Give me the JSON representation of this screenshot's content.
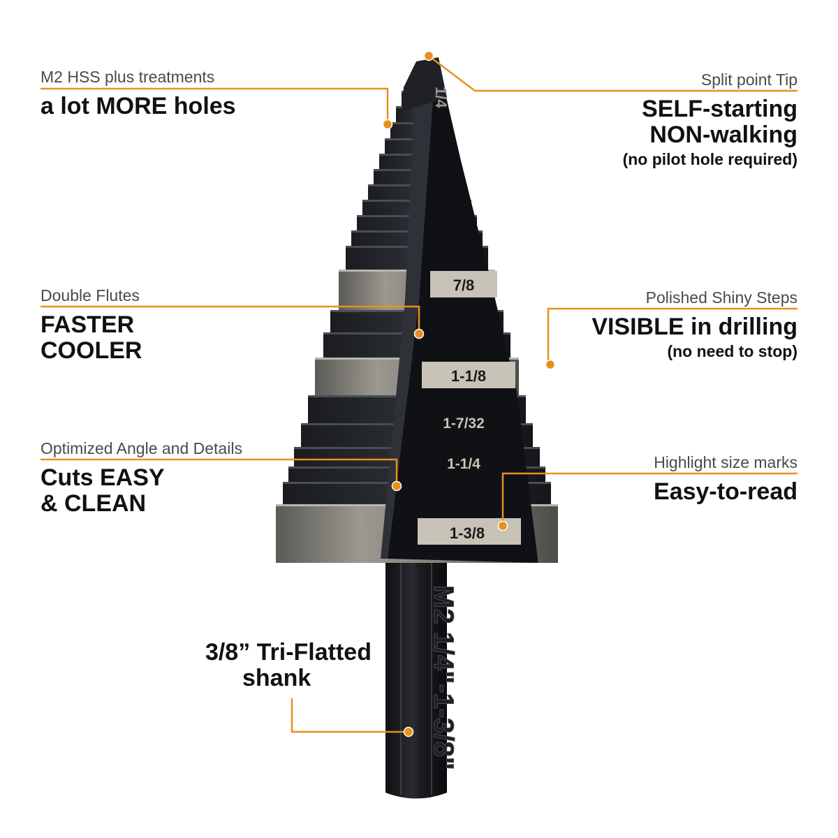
{
  "accent_color": "#e8901e",
  "callouts": {
    "material": {
      "label": "M2 HSS plus treatments",
      "headline": "a lot MORE holes"
    },
    "tip": {
      "label": "Split point Tip",
      "line1": "SELF-starting",
      "line2": "NON-walking",
      "note": "(no pilot hole required)"
    },
    "flutes": {
      "label": "Double Flutes",
      "line1": "FASTER",
      "line2": "COOLER"
    },
    "steps": {
      "label": "Polished Shiny Steps",
      "headline": "VISIBLE in drilling",
      "note": "(no need to stop)"
    },
    "angle": {
      "label": "Optimized Angle and Details",
      "line1": "Cuts EASY",
      "line2": "& CLEAN"
    },
    "marks": {
      "label": "Highlight size marks",
      "headline": "Easy-to-read"
    },
    "shank": {
      "line1": "3/8” Tri-Flatted",
      "line2": "shank"
    }
  },
  "bit": {
    "size_marks": [
      "7/8",
      "1-1/8",
      "1-7/32",
      "1-1/4",
      "1-3/8"
    ],
    "tip_mark": "1/4",
    "shank_engraving": "M2 1/4\"-1-3/8\""
  }
}
